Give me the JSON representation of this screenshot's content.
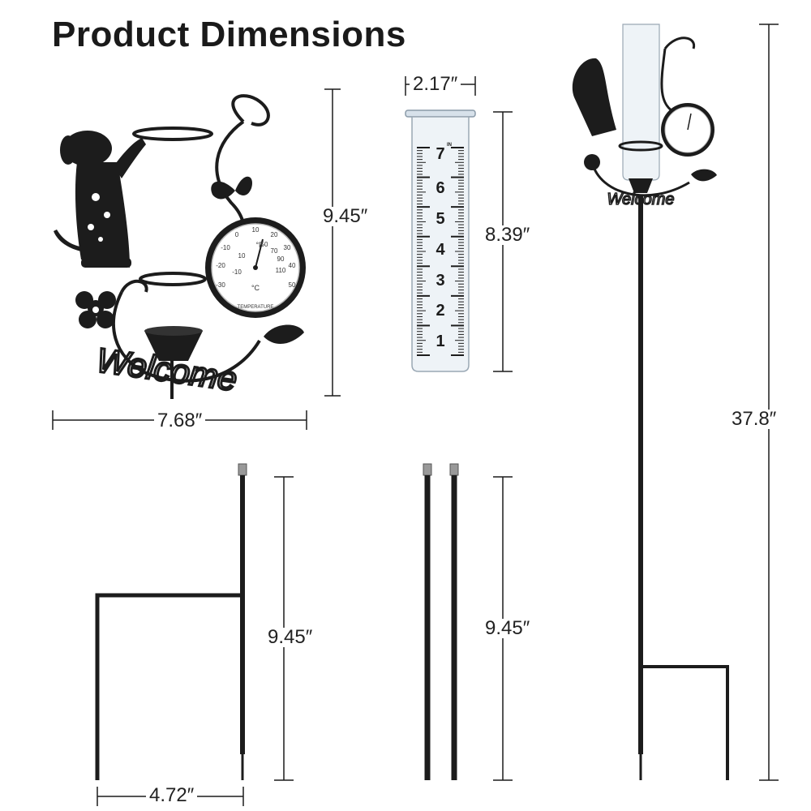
{
  "title": "Product Dimensions",
  "dimensions": {
    "head_height": "9.45″",
    "head_width": "7.68″",
    "tube_diameter": "2.17″",
    "tube_height": "8.39″",
    "total_height": "37.8″",
    "base_stake_height": "9.45″",
    "base_stake_width": "4.72″",
    "extension_rod_height": "9.45″"
  },
  "thermometer": {
    "label": "TEMPERATURE",
    "unit_f": "°F",
    "unit_c": "°C",
    "f_scale": [
      "-30",
      "-20",
      "-10",
      "0",
      "10",
      "20",
      "30",
      "40",
      "50"
    ],
    "c_scale": [
      "-10",
      "10",
      "50",
      "70",
      "90",
      "110"
    ]
  },
  "rain_gauge": {
    "scale": [
      "1",
      "2",
      "3",
      "4",
      "5",
      "6",
      "7"
    ],
    "unit": "IN"
  },
  "sign_text": "Welcome",
  "colors": {
    "metal": "#1c1c1c",
    "glass": "#eef3f7",
    "background": "#ffffff"
  }
}
